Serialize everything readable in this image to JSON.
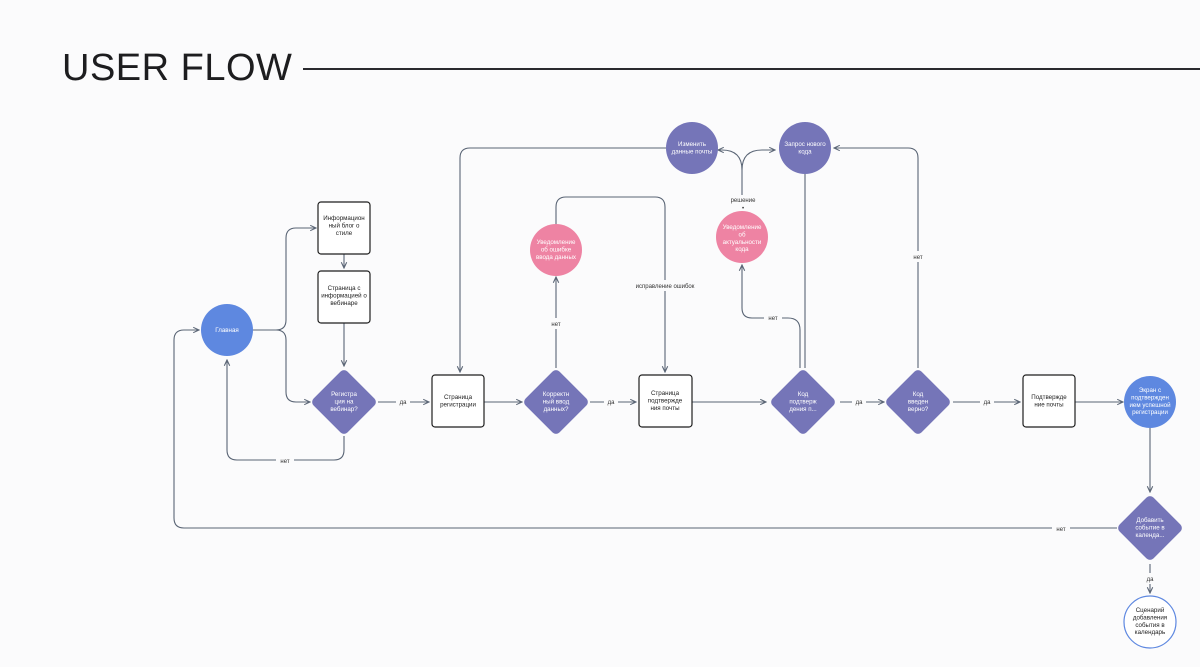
{
  "header": {
    "title": "USER FLOW"
  },
  "colors": {
    "blue": "#5e88e0",
    "purple": "#7575b8",
    "pink": "#ee83a3",
    "line": "#5a6575",
    "box_border": "#1e1e1e"
  },
  "nodes": {
    "home": {
      "label": "Главная"
    },
    "info_block": {
      "label": "Информацион|ный блог о|стиле"
    },
    "webinar_info": {
      "label": "Страница с|информацией о|вебинаре"
    },
    "webinar_question": {
      "label": "Регистра|ция на|вебинар?"
    },
    "registration_page": {
      "label": "Страница|регистрации"
    },
    "correct_input": {
      "label": "Корректн|ный ввод|данных?"
    },
    "error_notice": {
      "label": "Уведомление|об ошибке|ввода данных"
    },
    "email_confirm_page": {
      "label": "Страница|подтвержде|ния почты"
    },
    "change_email": {
      "label": "Изменить|данные почты"
    },
    "new_code_request": {
      "label": "Запрос нового|кода"
    },
    "code_relevance_notice": {
      "label": "Уведомление|об|актуальности|кода"
    },
    "code_confirm": {
      "label": "Код|подтверж|дения п..."
    },
    "code_correct": {
      "label": "Код|введен|верно?"
    },
    "email_confirmation": {
      "label": "Подтвержде|ние почты"
    },
    "success_screen": {
      "label": "Экран с|подтвержден|ием успешной|регистрации"
    },
    "add_calendar": {
      "label": "Добавить|событие в|календа..."
    },
    "calendar_scenario": {
      "label": "Сценарий|добавления|события в|календарь"
    }
  },
  "edges": {
    "yes": "да",
    "no": "нет",
    "error_fix": "исправление ошибок",
    "decision": "решение",
    "dot": "•"
  }
}
